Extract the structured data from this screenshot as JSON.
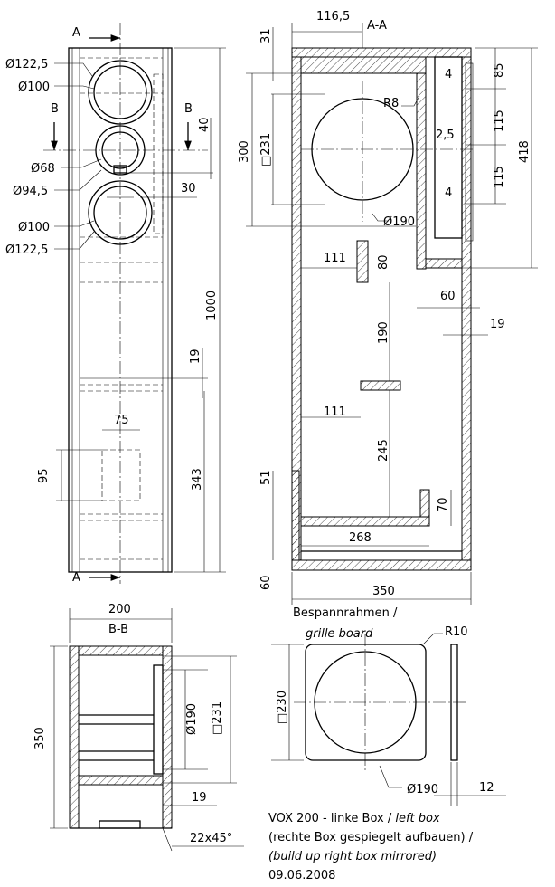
{
  "front_view": {
    "section_a_top": "A",
    "section_a_bottom": "A",
    "section_b_left": "B",
    "section_b_right": "B",
    "dim_d122_top": "Ø122,5",
    "dim_d100_top": "Ø100",
    "dim_d68": "Ø68",
    "dim_d94": "Ø94,5",
    "dim_d100_bottom": "Ø100",
    "dim_d122_bottom": "Ø122,5",
    "dim_40": "40",
    "dim_30": "30",
    "dim_1000": "1000",
    "dim_19": "19",
    "dim_75": "75",
    "dim_95": "95",
    "dim_343": "343"
  },
  "section_aa": {
    "title": "A-A",
    "dim_116": "116,5",
    "dim_31": "31",
    "dim_85": "85",
    "dim_4_top": "4",
    "dim_r8": "R8",
    "dim_115_top": "115",
    "dim_2_5": "2,5",
    "dim_300": "300",
    "dim_sq231": "□231",
    "dim_418": "418",
    "dim_115_bottom": "115",
    "dim_4_bottom": "4",
    "dim_d190": "Ø190",
    "dim_111_top": "111",
    "dim_80": "80",
    "dim_60_right": "60",
    "dim_19": "19",
    "dim_190": "190",
    "dim_111_bottom": "111",
    "dim_245": "245",
    "dim_51": "51",
    "dim_70": "70",
    "dim_268": "268",
    "dim_60_bottom": "60",
    "dim_350": "350"
  },
  "section_bb": {
    "dim_200": "200",
    "title": "B-B",
    "dim_350": "350",
    "dim_d190": "Ø190",
    "dim_sq231": "□231",
    "dim_19": "19",
    "dim_chamfer": "22x45°"
  },
  "grille": {
    "title_de": "Bespannrahmen /",
    "title_en": "grille board",
    "dim_r10": "R10",
    "dim_sq230": "□230",
    "dim_d190": "Ø190",
    "dim_12": "12"
  },
  "notes": {
    "line1_de": "VOX 200 - linke Box /",
    "line1_en": "left box",
    "line2": "(rechte Box gespiegelt aufbauen) /",
    "line3": "(build up right box mirrored)",
    "date": "09.06.2008"
  }
}
